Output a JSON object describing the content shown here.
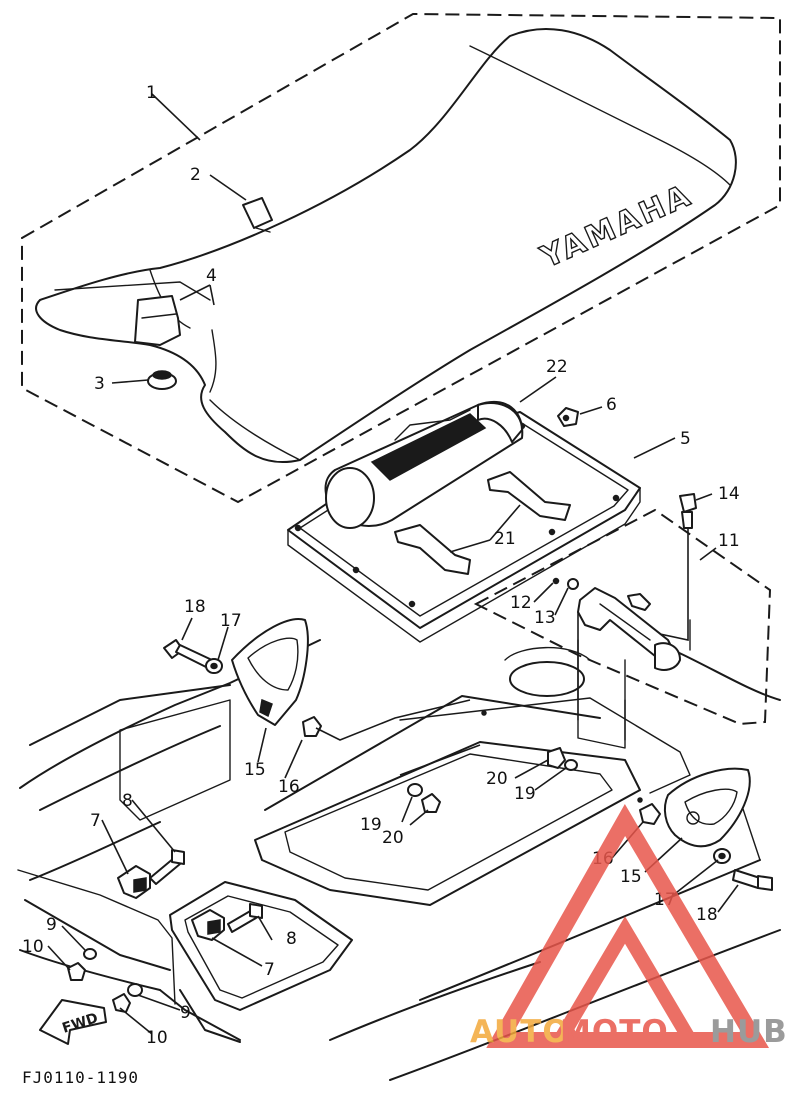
{
  "diagram": {
    "seat_brand_text": "YAMAHA",
    "fwd_arrow_text": "FWD",
    "drawing_code": "FJ0110-1190",
    "callouts": {
      "p1": "1",
      "p2": "2",
      "p3": "3",
      "p4": "4",
      "p5": "5",
      "p6": "6",
      "p7a": "7",
      "p7b": "7",
      "p8a": "8",
      "p8b": "8",
      "p9a": "9",
      "p9b": "9",
      "p10a": "10",
      "p10b": "10",
      "p11": "11",
      "p12": "12",
      "p13": "13",
      "p14": "14",
      "p15a": "15",
      "p15b": "15",
      "p16a": "16",
      "p16b": "16",
      "p17a": "17",
      "p17b": "17",
      "p18a": "18",
      "p18b": "18",
      "p19a": "19",
      "p19b": "19",
      "p20a": "20",
      "p20b": "20",
      "p21": "21",
      "p22": "22"
    }
  },
  "watermark": {
    "text_1": "AUTO",
    "text_2": "MOTO",
    "text_3": "HUB",
    "colors": {
      "red": "#e8564b",
      "orange": "#f3a93a",
      "gray": "#8a8a8a"
    }
  }
}
